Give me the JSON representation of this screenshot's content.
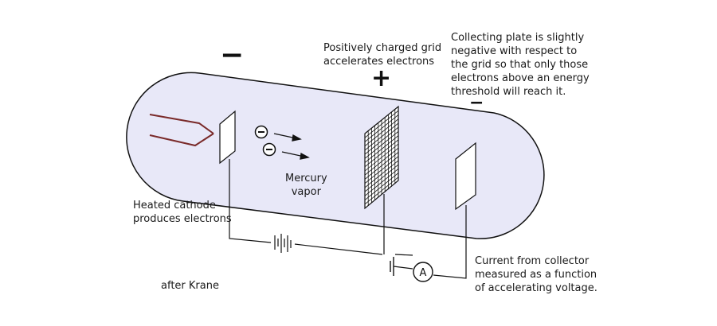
{
  "labels": {
    "grid_label": [
      "Positively charged grid",
      "accelerates electrons"
    ],
    "plate_label": [
      "Collecting plate is slightly",
      "negative with respect to",
      "the grid so that only those",
      "electrons above an energy",
      "threshold will reach it."
    ],
    "cathode_label": [
      "Heated cathode",
      "produces electrons"
    ],
    "vapor_label": [
      "Mercury",
      "vapor"
    ],
    "current_label": [
      "Current from collector",
      "measured as a function",
      "of accelerating voltage."
    ],
    "credit": "after Krane"
  },
  "signs": {
    "cathode_sign": "−",
    "grid_sign": "+",
    "plate_sign": "−",
    "electron_symbol": "−"
  },
  "ammeter_symbol": "A",
  "colors": {
    "tube_fill": "#e8e8f8",
    "outline": "#111111",
    "filament": "#7a2a2a",
    "text": "#1a1a1a"
  }
}
